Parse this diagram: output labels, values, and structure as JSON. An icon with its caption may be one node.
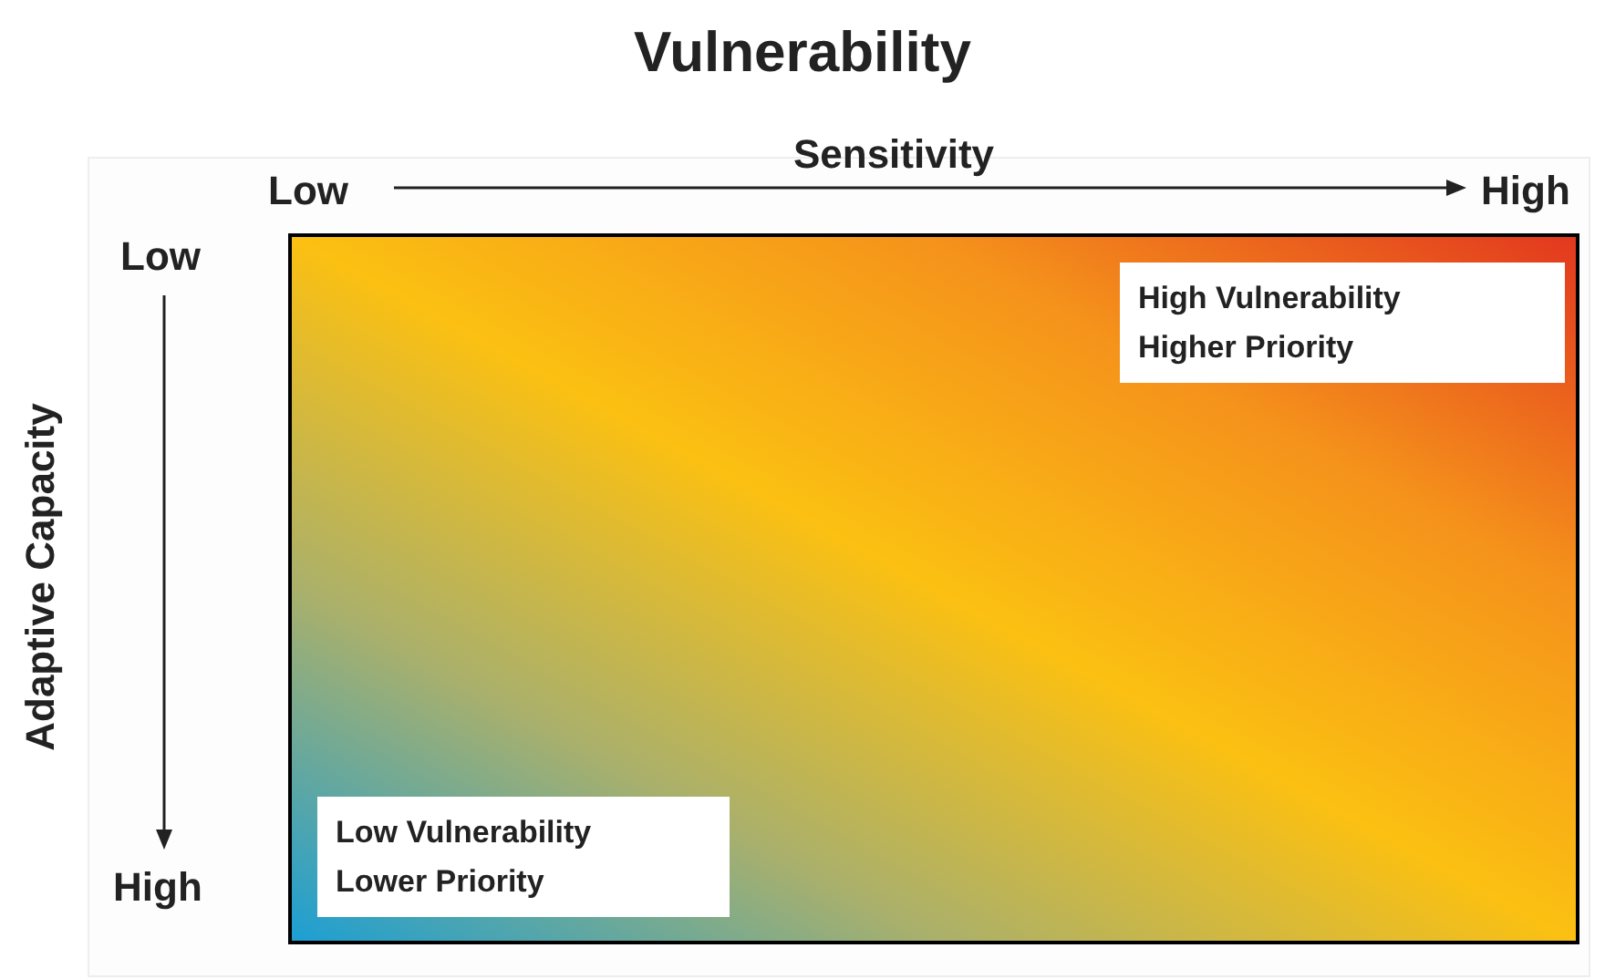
{
  "diagram": {
    "title": "Vulnerability",
    "nodes": [
      {
        "text": [],
        "shape": "box"
      },
      {
        "text": [
          "High Vulnerability",
          "Higher Priority"
        ],
        "in": 0
      },
      {
        "text": [
          "Low Vulnerability",
          "Lower Priority"
        ],
        "in": 0
      }
    ],
    "edges": [],
    "labels": [
      "Sensitivity",
      "Low",
      "High",
      "Adaptive Capacity",
      "Low",
      "High"
    ]
  }
}
